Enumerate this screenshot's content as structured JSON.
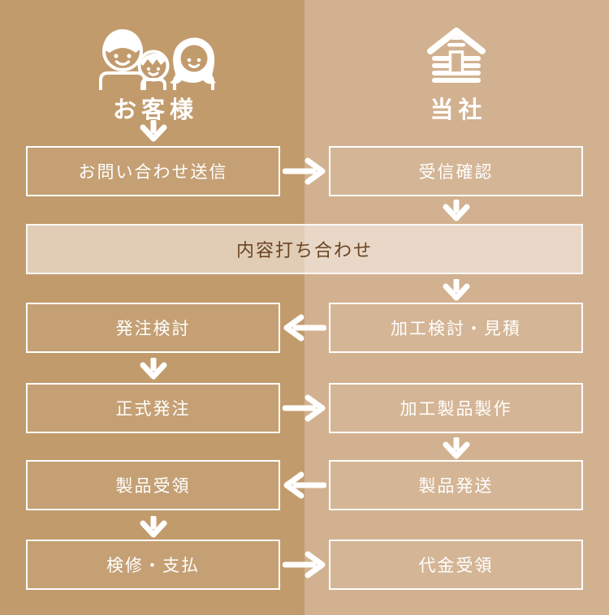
{
  "colors": {
    "customer_bg": "#c29b6d",
    "company_bg": "#d2b190",
    "box_border": "#ffffff",
    "box_text": "#ffffff",
    "band_fill": "rgba(255,255,255,0.5)",
    "band_text": "#6a4423",
    "arrow": "#ffffff"
  },
  "header": {
    "customer": {
      "label": "お客様",
      "icon": "family-icon"
    },
    "company": {
      "label": "当社",
      "icon": "log-cabin-icon"
    }
  },
  "band": {
    "label": "内容打ち合わせ"
  },
  "rows": [
    {
      "customer": "お問い合わせ送信",
      "company": "受信確認",
      "arrow_direction": "right"
    },
    {
      "customer": "発注検討",
      "company": "加工検討・見積",
      "arrow_direction": "left"
    },
    {
      "customer": "正式発注",
      "company": "加工製品製作",
      "arrow_direction": "right"
    },
    {
      "customer": "製品受領",
      "company": "製品発送",
      "arrow_direction": "left"
    },
    {
      "customer": "検修・支払",
      "company": "代金受領",
      "arrow_direction": "right"
    }
  ]
}
